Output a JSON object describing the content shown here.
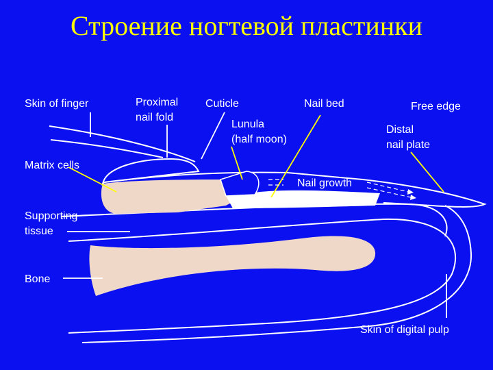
{
  "slide": {
    "title": "Строение ногтевой пластинки",
    "background_color": "#0a10f0",
    "title_color": "#ffff00"
  },
  "diagram": {
    "labels": {
      "skin_of_finger": "Skin of finger",
      "proximal_nail_fold": [
        "Proximal",
        "nail fold"
      ],
      "cuticle": "Cuticle",
      "nail_bed": "Nail bed",
      "free_edge": "Free edge",
      "lunula": [
        "Lunula",
        "(half moon)"
      ],
      "distal_nail_plate": [
        "Distal",
        "nail plate"
      ],
      "matrix_cells": "Matrix cells",
      "nail_growth": "Nail growth",
      "supporting_tissue": [
        "Supporting",
        "tissue"
      ],
      "bone": "Bone",
      "skin_of_digital_pulp": "Skin of digital pulp"
    },
    "colors": {
      "tissue": "#f0d8c8",
      "nail_plate": "#ffffff",
      "outline": "#ffffff",
      "leader_yellow": "#ffff00",
      "leader_white": "#ffffff"
    }
  }
}
